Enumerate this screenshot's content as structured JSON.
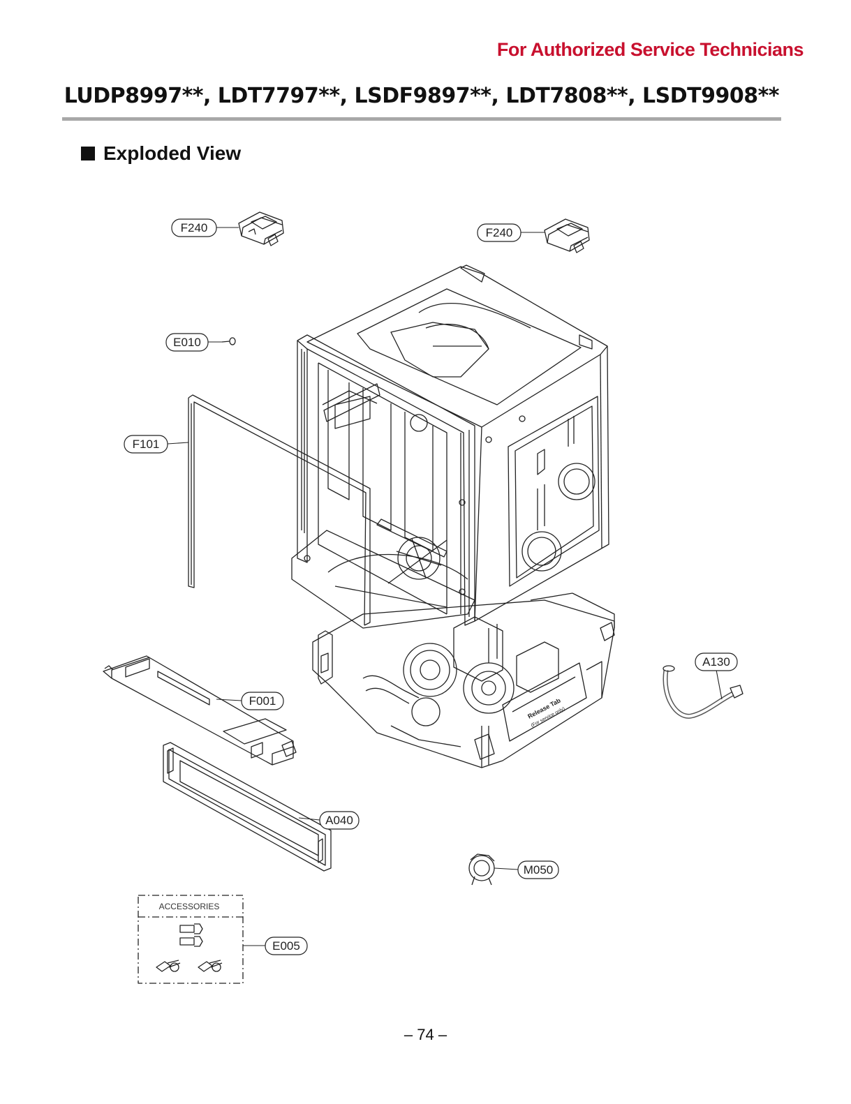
{
  "header": {
    "banner": "For Authorized Service Technicians",
    "banner_color": "#c8102e",
    "models": "LUDP8997**, LDT7797**, LSDF9897**, LDT7808**, LSDT9908**",
    "section_title": "Exploded View"
  },
  "callouts": {
    "f240_left": "F240",
    "f240_right": "F240",
    "e010": "E010",
    "f101": "F101",
    "f001": "F001",
    "a040": "A040",
    "a130": "A130",
    "m050": "M050",
    "e005": "E005"
  },
  "accessories": {
    "title": "ACCESSORIES"
  },
  "machine_labels": {
    "release_tab": "Release Tab",
    "release_note": "(For service only)"
  },
  "footer": {
    "page": "– 74 –"
  }
}
